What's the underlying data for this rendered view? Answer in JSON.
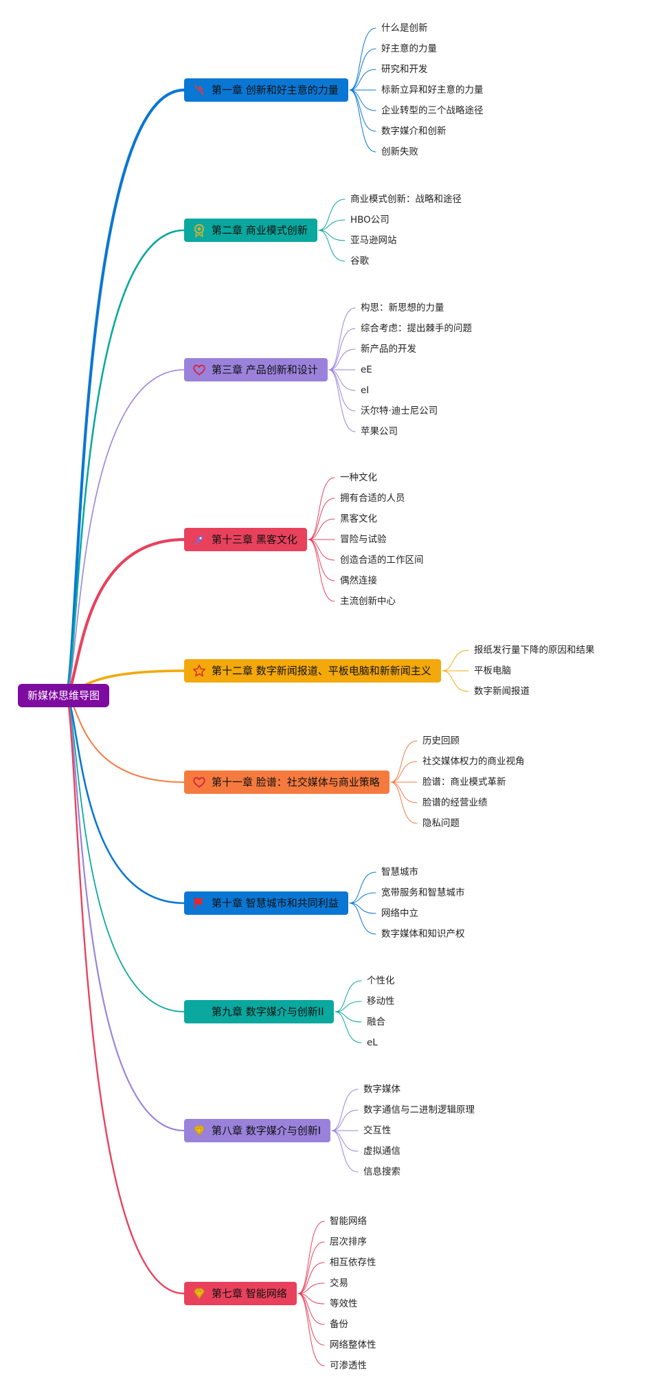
{
  "root": {
    "label": "新媒体思维导图",
    "color": "#7e0b9f"
  },
  "branches": [
    {
      "label": "第一章 创新和好主意的力量",
      "color": "#0a77d4",
      "icon": "tools-icon",
      "children": [
        "什么是创新",
        "好主意的力量",
        "研究和开发",
        "标新立异和好主意的力量",
        "企业转型的三个战略途径",
        "数字媒介和创新",
        "创新失败"
      ]
    },
    {
      "label": "第二章 商业模式创新",
      "color": "#0aa89e",
      "icon": "medal-icon",
      "children": [
        "商业模式创新：战略和途径",
        "HBO公司",
        "亚马逊网站",
        "谷歌"
      ]
    },
    {
      "label": "第三章 产品创新和设计",
      "color": "#9a82db",
      "icon": "heart-icon",
      "children": [
        "构思：新思想的力量",
        "综合考虑：提出棘手的问题",
        "新产品的开发",
        "eE",
        "eI",
        "沃尔特·迪士尼公司",
        "苹果公司"
      ]
    },
    {
      "label": "第十三章 黑客文化",
      "color": "#e9415c",
      "icon": "rocket-icon",
      "children": [
        "一种文化",
        "拥有合适的人员",
        "黑客文化",
        "冒险与试验",
        "创造合适的工作区间",
        "偶然连接",
        "主流创新中心"
      ]
    },
    {
      "label": "第十二章 数字新闻报道、平板电脑和新新闻主义",
      "color": "#f3a80b",
      "icon": "star-icon",
      "children": [
        "报纸发行量下降的原因和结果",
        "平板电脑",
        "数字新闻报道"
      ]
    },
    {
      "label": "第十一章 脸谱：社交媒体与商业策略",
      "color": "#f57a3f",
      "icon": "heart-icon",
      "children": [
        "历史回顾",
        "社交媒体权力的商业视角",
        "脸谱：商业模式革新",
        "脸谱的经营业绩",
        "隐私问题"
      ]
    },
    {
      "label": "第十章 智慧城市和共同利益",
      "color": "#0a77d4",
      "icon": "flag-icon",
      "children": [
        "智慧城市",
        "宽带服务和智慧城市",
        "网络中立",
        "数字媒体和知识产权"
      ]
    },
    {
      "label": "第九章 数字媒介与创新II",
      "color": "#0aa89e",
      "icon": "",
      "children": [
        "个性化",
        "移动性",
        "融合",
        "eL"
      ]
    },
    {
      "label": "第八章 数字媒介与创新I",
      "color": "#9a82db",
      "icon": "diamond-icon",
      "children": [
        "数字媒体",
        "数字通信与二进制逻辑原理",
        "交互性",
        "虚拟通信",
        "信息搜索"
      ]
    },
    {
      "label": "第七章 智能网络",
      "color": "#e9415c",
      "icon": "diamond-icon",
      "children": [
        "智能网络",
        "层次排序",
        "相互依存性",
        "交易",
        "等效性",
        "备份",
        "网络整体性",
        "可渗透性"
      ]
    }
  ]
}
